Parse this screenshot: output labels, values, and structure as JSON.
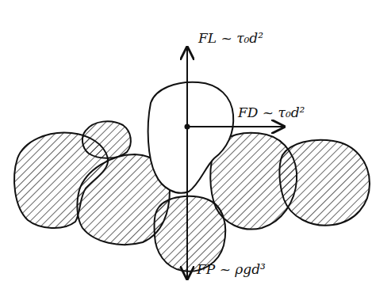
{
  "diagram": {
    "labels": [
      "FL ~ τ₀d²",
      "FD ~ τ₀d²",
      "FP ~ ρgd³"
    ]
  }
}
